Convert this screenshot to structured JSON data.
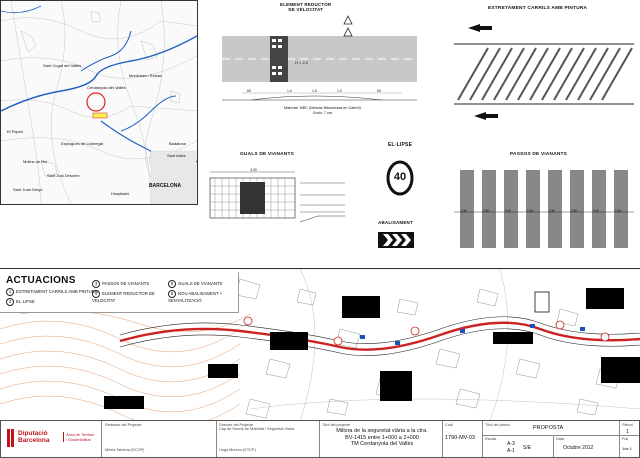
{
  "drawings": {
    "reductor_title": "ELEMENT REDUCTOR\nDE VELOCITAT",
    "reductor_note": "Material: MBC (Mescla Bituminosa en Calent)\nGruix: 7 cm",
    "reductor_dims": [
      "60",
      "1.0",
      "1.0",
      "1.0",
      "60"
    ],
    "reductor_ratio": "H = 2.2",
    "carrils_title": "ESTRETAMENT CARRILS AMB PINTURA",
    "guals_title": "GUALS DE VIANANTS",
    "guals_dim": "3.00",
    "elipse_title": "EL·LIPSE",
    "speed_limit": "40",
    "abalisament_title": "ABALISAMENT",
    "passos_title": "PASSOS DE VIANANTS",
    "passos_dims": [
      "0,50",
      "0,50",
      "0,50",
      "0,50",
      "0,50",
      "0,50",
      "0,50",
      "0,50"
    ]
  },
  "map": {
    "labels": [
      {
        "text": "Sant Cugat del Vallès"
      },
      {
        "text": "Cerdanyola del Vallès"
      },
      {
        "text": "Montcada i Reixac"
      },
      {
        "text": "El Papiol"
      },
      {
        "text": "Molins de Rei"
      },
      {
        "text": "Sant Just Desvern"
      },
      {
        "text": "Esplugues de Llobregat"
      },
      {
        "text": "Sant Joan Despí"
      },
      {
        "text": "Badalona"
      },
      {
        "text": "Sant Adrià"
      },
      {
        "text": "BARCELONA"
      },
      {
        "text": "Hospitalet"
      }
    ]
  },
  "actuacions": {
    "title": "ACTUACIONS",
    "items": [
      {
        "n": "1",
        "label": "ESTRETAMENT CARRILS AMB PINTURA"
      },
      {
        "n": "2",
        "label": "EL·LIPSE"
      },
      {
        "n": "3",
        "label": "PASSOS DE VIANANTS"
      },
      {
        "n": "4",
        "label": "ELEMENT REDUCTOR DE VELOCITAT"
      },
      {
        "n": "5",
        "label": "GUALS DE VIANANTS"
      },
      {
        "n": "6",
        "label": "NOU ABALISAMENT + SENYALITZACIÓ"
      }
    ]
  },
  "title_block": {
    "org_line1": "Diputació",
    "org_line2": "Barcelona",
    "area_line1": "Àrea de Territori",
    "area_line2": "i Sostenibilitat",
    "redaccio_label": "Redactor del Projecte",
    "redaccio_name": "Mireia Taberna (ECOP)",
    "director_label": "Director del Projecte",
    "director_sub": "Cap de Secció de Mobilitat i Seguretat Viària",
    "director_name": "Hugo Moreno (ETCP)",
    "title_label": "Títol del projecte",
    "title_line1": "Millora de la seguretat viària a la ctra.",
    "title_line2": "BV-1415 entre 1+000 a 2+000",
    "title_line3": "TM Cerdanyola del Vallès",
    "codi_label": "Codi",
    "codi": "1790-MV-03",
    "plano_label": "Títol del plànol",
    "plano": "PROPOSTA",
    "num_label": "Plànol",
    "num": "1",
    "escala_label": "Escala",
    "escala_a3": "A-3",
    "escala_a1": "A-1",
    "escala_val": "S/E",
    "data_label": "Data",
    "data": "Octubre 2012",
    "full_label": "Full",
    "full": "1de 1"
  }
}
